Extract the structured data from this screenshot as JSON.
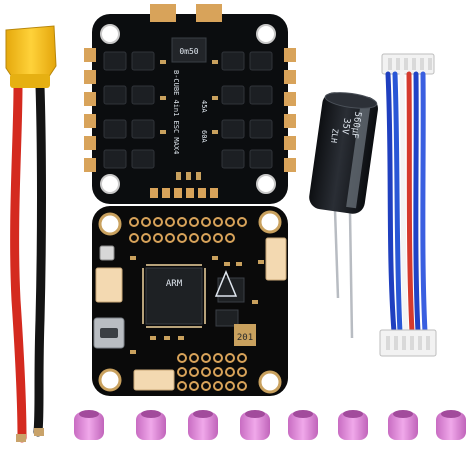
{
  "image": {
    "kind": "product-photo",
    "background": "#ffffff",
    "objects": [
      "esc-board",
      "flight-controller-board",
      "xt60-connector-with-wires",
      "electrolytic-capacitor",
      "ribbon-cable-with-connectors",
      "rubber-grommets"
    ]
  },
  "esc": {
    "chip_marking": "0m50",
    "silkscreen_model": "B-CUBE 4in1 ESC MAX4",
    "silkscreen_rating": "45A",
    "silkscreen_rating_2": "60A",
    "mask_color": "#0b0d0f",
    "pad_color": "#d8a35a"
  },
  "fc": {
    "chip_marking": "ARM",
    "regulator_marking": "201",
    "mask_color": "#0a0a0a",
    "connector_color": "#f3d9b1"
  },
  "capacitor": {
    "marking_1": "35V",
    "marking_2": "560μF",
    "marking_3": "ZLH",
    "body_color": "#1a1d22",
    "stripe_color": "#6f7780"
  },
  "xt60": {
    "housing_color": "#f5c21b",
    "wire_red": "#d42a1f",
    "wire_black": "#141414"
  },
  "ribbon": {
    "colors": [
      "#1f3fbf",
      "#2a57d6",
      "#f4f4f4",
      "#d53a2d",
      "#2143c6",
      "#3a5fe0"
    ]
  },
  "grommets": {
    "count": 8,
    "color": "#e08bd8"
  }
}
